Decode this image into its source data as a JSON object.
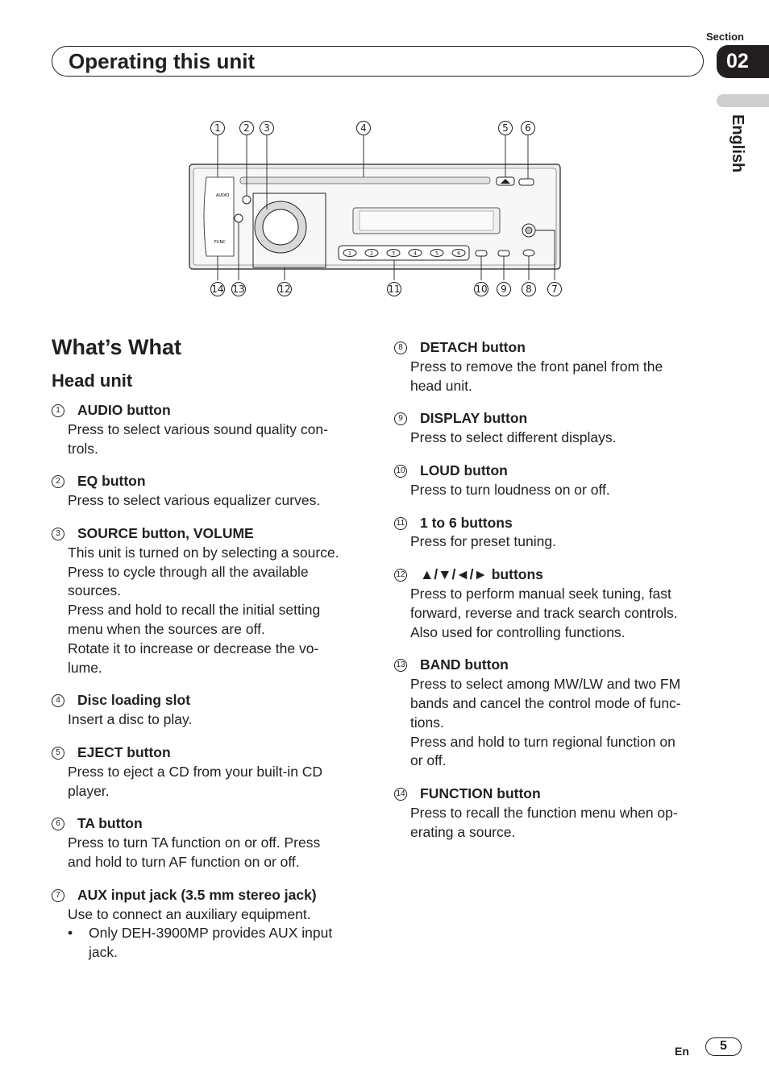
{
  "header": {
    "section_label": "Section",
    "section_number": "02",
    "title": "Operating this unit",
    "language": "English"
  },
  "figure": {
    "callouts_top": [
      "1",
      "2",
      "3",
      "4",
      "5",
      "6"
    ],
    "callouts_bottom": [
      "14",
      "13",
      "12",
      "11",
      "10",
      "9",
      "8",
      "7"
    ],
    "panel_labels": {
      "audio": "AUDIO",
      "func": "FUNC"
    },
    "preset_labels": [
      "1",
      "2",
      "3",
      "4",
      "5",
      "6"
    ]
  },
  "page_title": "What’s What",
  "subtitle": "Head unit",
  "items": [
    {
      "num": "1",
      "title": "AUDIO button",
      "lines": [
        "Press to select various sound quality con-",
        "trols."
      ]
    },
    {
      "num": "2",
      "title": "EQ button",
      "lines": [
        "Press to select various equalizer curves."
      ]
    },
    {
      "num": "3",
      "title": "SOURCE button, VOLUME",
      "lines": [
        "This unit is turned on by selecting a source.",
        "Press to cycle through all the available",
        "sources.",
        "Press and hold to recall the initial setting",
        "menu when the sources are off.",
        "Rotate it to increase or decrease the vo-",
        "lume."
      ]
    },
    {
      "num": "4",
      "title": "Disc loading slot",
      "lines": [
        "Insert a disc to play."
      ]
    },
    {
      "num": "5",
      "title": "EJECT button",
      "lines": [
        "Press to eject a CD from your built-in CD",
        "player."
      ]
    },
    {
      "num": "6",
      "title": "TA button",
      "lines": [
        "Press to turn TA function on or off. Press",
        "and hold to turn AF function on or off."
      ]
    },
    {
      "num": "7",
      "title": "AUX input jack (3.5 mm stereo jack)",
      "lines": [
        "Use to connect an auxiliary equipment."
      ],
      "bullet": [
        "Only DEH-3900MP provides AUX input",
        "jack."
      ]
    },
    {
      "num": "8",
      "title": "DETACH button",
      "lines": [
        "Press to remove the front panel from the",
        "head unit."
      ]
    },
    {
      "num": "9",
      "title": "DISPLAY button",
      "lines": [
        "Press to select different displays."
      ]
    },
    {
      "num": "10",
      "title": "LOUD button",
      "lines": [
        "Press to turn loudness on or off."
      ]
    },
    {
      "num": "11",
      "title": "1 to 6 buttons",
      "lines": [
        "Press for preset tuning."
      ]
    },
    {
      "num": "12",
      "title": "▲/▼/◄/► buttons",
      "lines": [
        "Press to perform manual seek tuning, fast",
        "forward, reverse and track search controls.",
        "Also used for controlling functions."
      ]
    },
    {
      "num": "13",
      "title": "BAND button",
      "lines": [
        "Press to select among MW/LW and two FM",
        "bands and cancel the control mode of func-",
        "tions.",
        "Press and hold to turn regional function on",
        "or off."
      ]
    },
    {
      "num": "14",
      "title": "FUNCTION button",
      "lines": [
        "Press to recall the function menu when op-",
        "erating a source."
      ]
    }
  ],
  "footer": {
    "lang": "En",
    "page": "5"
  }
}
